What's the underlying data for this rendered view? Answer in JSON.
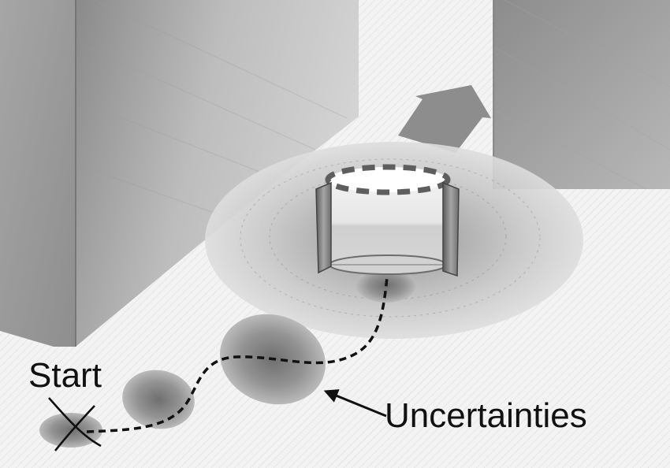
{
  "labels": {
    "start": "Start",
    "uncertainties": "Uncertainties"
  },
  "scene": {
    "wall_left_icon": "wall",
    "wall_right_icon": "wall",
    "robot_icon": "mobile-robot",
    "direction_icon": "arrow-right",
    "start_marker_icon": "cross",
    "palette": {
      "floor": "#f1f1f1",
      "wall_light": "#c2c2c2",
      "wall_dark": "#7e7e7e",
      "ellipse": "#8a8a8a",
      "robot_body": "#ececec",
      "robot_frame": "#6a6a6a",
      "path": "#111111",
      "arrow": "#8c8c8c"
    }
  }
}
